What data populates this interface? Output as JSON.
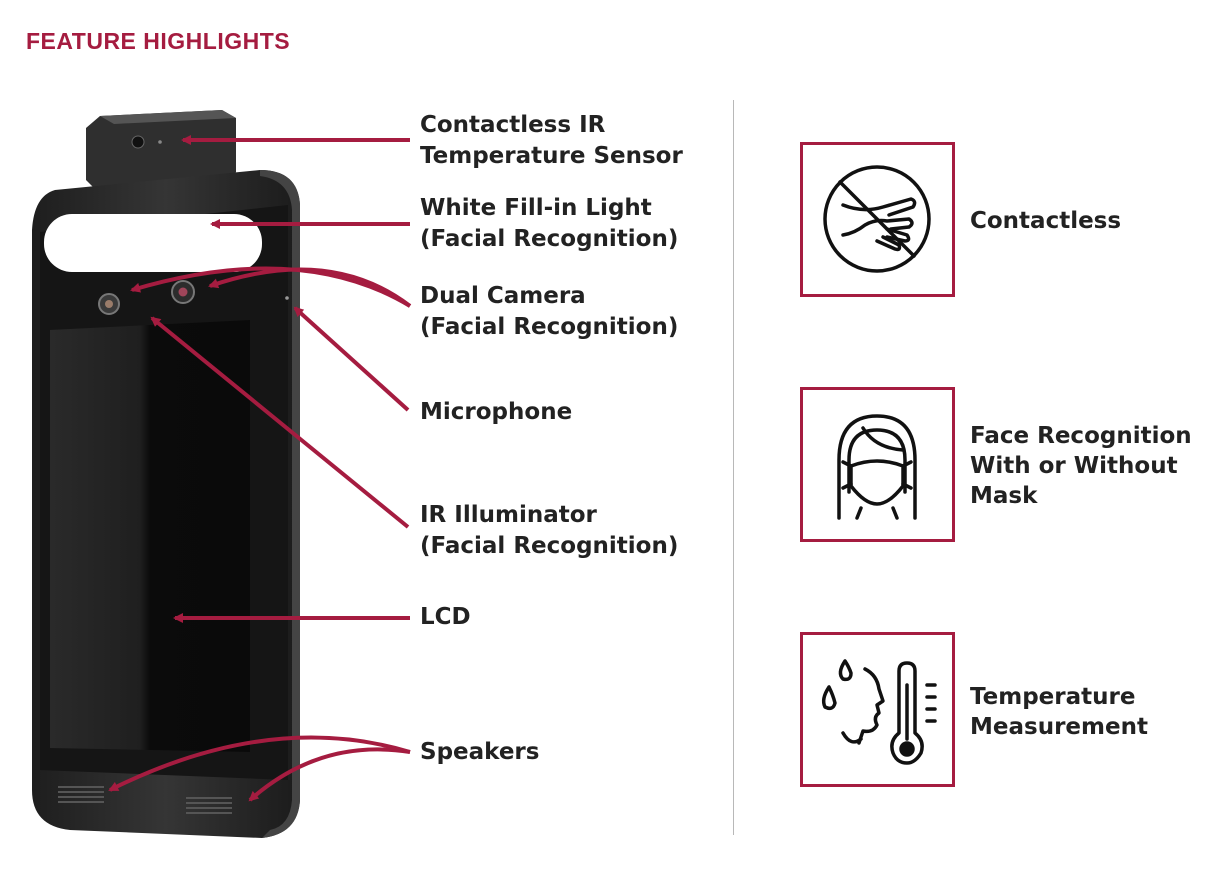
{
  "page": {
    "title": "FEATURE HIGHLIGHTS"
  },
  "colors": {
    "accent": "#a51c40",
    "text": "#222222",
    "device_body": "#2b2b2b",
    "screen": "#111111"
  },
  "callouts": [
    {
      "lines": [
        "Contactless IR",
        "Temperature Sensor"
      ]
    },
    {
      "lines": [
        "White Fill-in Light",
        "(Facial Recognition)"
      ]
    },
    {
      "lines": [
        "Dual Camera",
        "(Facial Recognition)"
      ]
    },
    {
      "lines": [
        "Microphone"
      ]
    },
    {
      "lines": [
        "IR Illuminator",
        "(Facial Recognition)"
      ]
    },
    {
      "lines": [
        "LCD"
      ]
    },
    {
      "lines": [
        "Speakers"
      ]
    }
  ],
  "features": [
    {
      "icon": "no-touch-hand-icon",
      "lines": [
        "Contactless"
      ]
    },
    {
      "icon": "masked-face-icon",
      "lines": [
        "Face Recognition",
        "With or Without",
        "Mask"
      ]
    },
    {
      "icon": "temperature-face-icon",
      "lines": [
        "Temperature",
        "Measurement"
      ]
    }
  ]
}
